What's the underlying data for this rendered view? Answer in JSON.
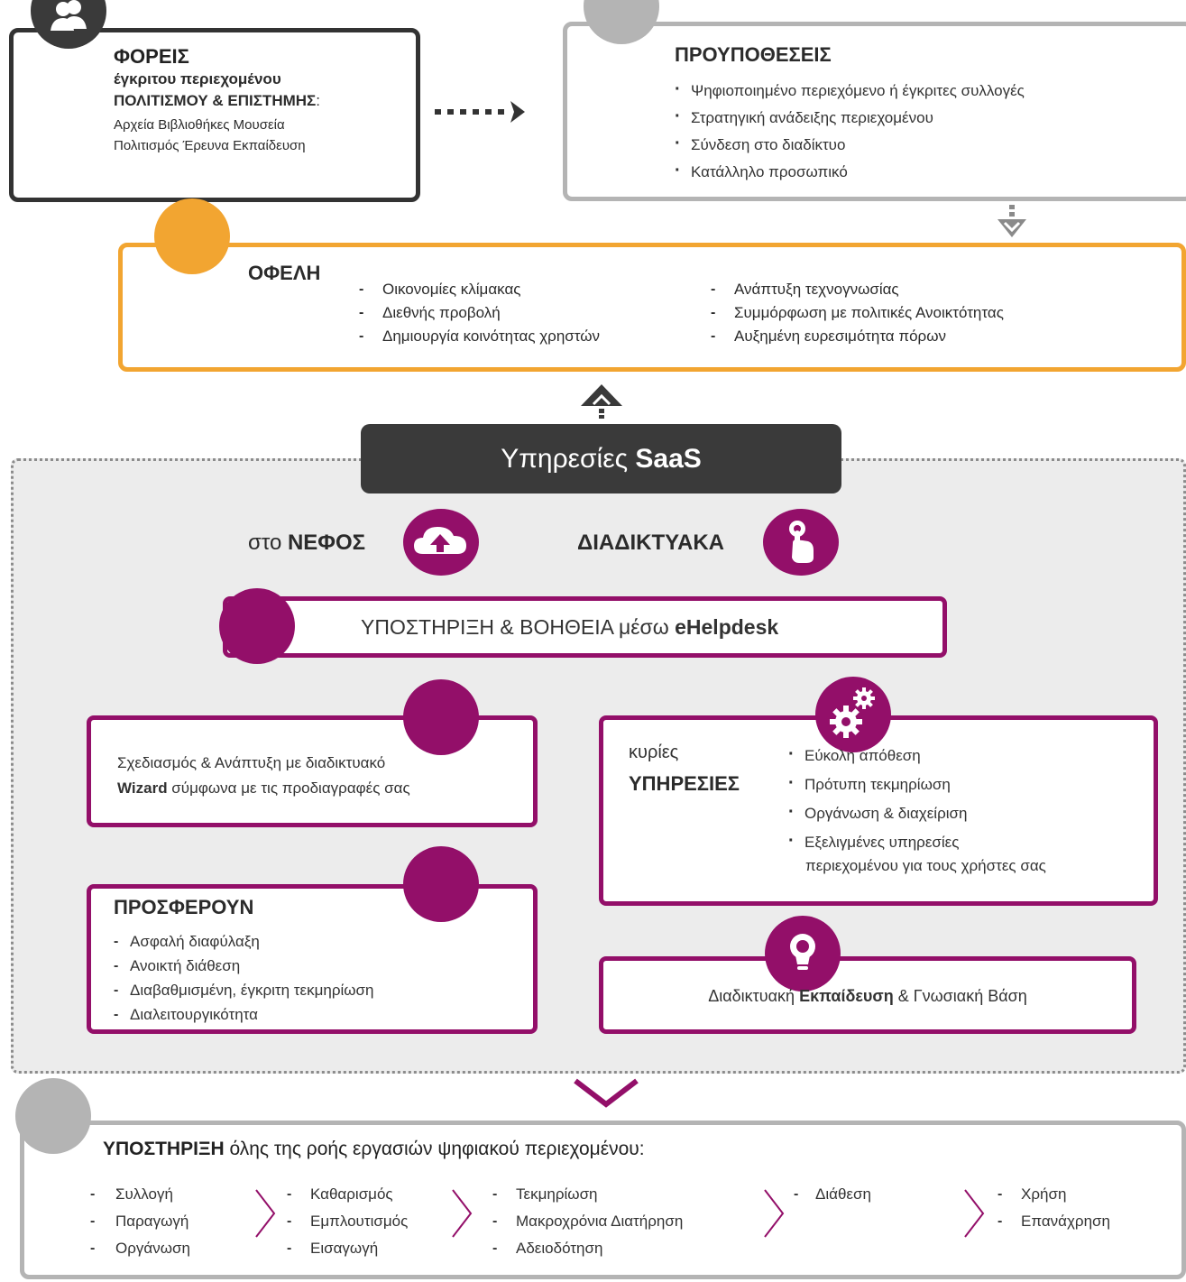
{
  "providers": {
    "title": "ΦΟΡΕΙΣ",
    "line1": "έγκριτου περιεχομένου",
    "line2": "ΠΟΛΙΤΙΣΜΟΥ & ΕΠΙΣΤΗΜΗΣ",
    "line2_suffix": ":",
    "line3": "Αρχεία Βιβλιοθήκες Μουσεία",
    "line4": "Πολιτισμός Έρευνα Εκπαίδευση"
  },
  "prerequisites": {
    "title": "ΠΡΟΥΠΟΘΕΣΕΙΣ",
    "items": [
      "Ψηφιοποιημένο περιεχόμενο ή έγκριτες συλλογές",
      "Στρατηγική  ανάδειξης περιεχομένου",
      "Σύνδεση στο διαδίκτυο",
      "Κατάλληλο προσωπικό"
    ]
  },
  "benefits": {
    "title": "ΟΦΕΛΗ",
    "col1": [
      "Οικονομίες κλίμακας",
      "Διεθνής προβολή",
      "Δημιουργία κοινότητας χρηστών"
    ],
    "col2": [
      "Ανάπτυξη τεχνογνωσίας",
      "Συμμόρφωση με πολιτικές Ανοικτότητας",
      "Αυξημένη ευρεσιμότητα πόρων"
    ]
  },
  "saas": {
    "prefix": "Υπηρεσίες ",
    "bold": "SaaS"
  },
  "cloud": {
    "prefix": "στο ",
    "bold": "ΝΕΦΟΣ"
  },
  "online": {
    "label": "ΔΙΑΔΙΚΤΥΑΚΑ"
  },
  "helpdesk": {
    "prefix": "ΥΠΟΣΤΗΡΙΞΗ & ΒΟΗΘΕΙΑ μέσω ",
    "bold": "eHelpdesk"
  },
  "wizard": {
    "line1": "Σχεδιασμός & Ανάπτυξη με διαδικτυακό",
    "bold": "Wizard",
    "line2_rest": " σύμφωνα με τις προδιαγραφές σας"
  },
  "main_services": {
    "small": "κυρίες",
    "title": "ΥΠΗΡΕΣΙΕΣ",
    "items": [
      "Εύκολη απόθεση",
      "Πρότυπη τεκμηρίωση",
      "Οργάνωση & διαχείριση",
      "Εξελιγμένες υπηρεσίες"
    ],
    "last_cont": "περιεχομένου για τους χρήστες σας"
  },
  "offer": {
    "title": "ΠΡΟΣΦΕΡΟΥΝ",
    "items": [
      "Ασφαλή διαφύλαξη",
      "Ανοικτή διάθεση",
      "Διαβαθμισμένη, έγκριτη τεκμηρίωση",
      "Διαλειτουργικότητα"
    ]
  },
  "training": {
    "prefix": "Διαδικτυακή ",
    "bold": "Εκπαίδευση",
    "suffix": " & Γνωσιακή Βάση"
  },
  "workflow": {
    "bold": "ΥΠΟΣΤΗΡΙΞΗ",
    "rest": " όλης της ροής εργασιών ψηφιακού περιεχομένου:",
    "groups": [
      [
        "Συλλογή",
        "Παραγωγή",
        "Οργάνωση"
      ],
      [
        "Καθαρισμός",
        "Εμπλουτισμός",
        "Εισαγωγή"
      ],
      [
        "Τεκμηρίωση",
        "Μακροχρόνια Διατήρηση",
        "Αδειοδότηση"
      ],
      [
        "Διάθεση"
      ],
      [
        "Χρήση",
        "Επανάχρηση"
      ]
    ]
  },
  "colors": {
    "magenta": "#930f69",
    "orange": "#f2a531",
    "dark": "#3a3a3a",
    "gray": "#b4b4b4"
  },
  "icons": [
    "people-icon",
    "cloud-upload-icon",
    "touch-hand-icon",
    "gears-icon",
    "lightbulb-icon"
  ]
}
